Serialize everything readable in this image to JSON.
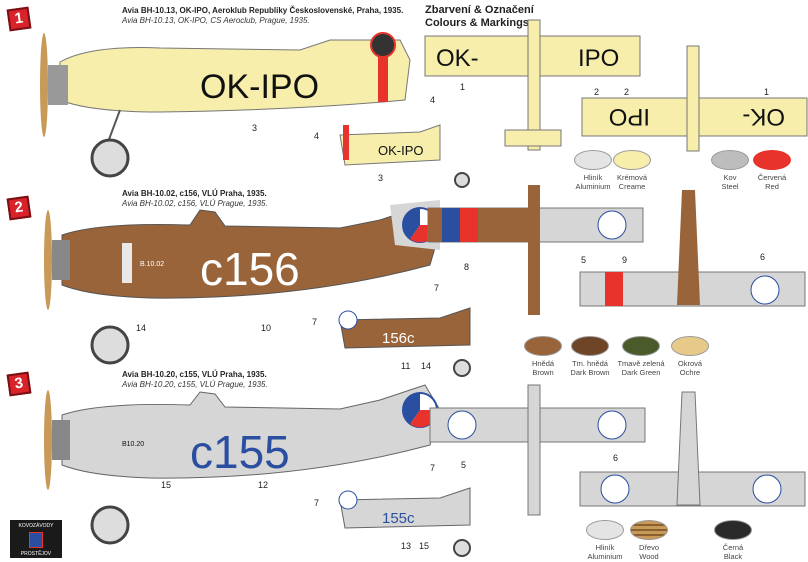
{
  "header": {
    "title_cz": "Zbarvení & Označení",
    "title_en": "Colours & Markings"
  },
  "schemes": [
    {
      "number": "1",
      "caption_cz": "Avia BH-10.13, OK-IPO, Aeroklub Republiky Československé, Praha, 1935.",
      "caption_en": "Avia BH-10.13, OK-IPO, CS Aeroclub, Prague, 1935.",
      "registration": "OK-IPO",
      "wing_left": "OK-",
      "wing_right": "IPO",
      "wing_under_left": "IPO",
      "wing_under_right": "OK-"
    },
    {
      "number": "2",
      "caption_cz": "Avia BH-10.02, c156, VLÚ Praha, 1935.",
      "caption_en": "Avia BH-10.02, c156, VLÚ Prague, 1935.",
      "code": "c156",
      "code_small": "156c",
      "stencil": "B.10.02"
    },
    {
      "number": "3",
      "caption_cz": "Avia BH-10.20, c155, VLÚ Praha, 1935.",
      "caption_en": "Avia BH-10.20, c155, VLÚ Prague, 1935.",
      "code": "c155",
      "code_small": "155c",
      "stencil": "B10.20"
    }
  ],
  "callouts": {
    "c1": "1",
    "c2": "2",
    "c3": "3",
    "c4": "4",
    "c5": "5",
    "c6": "6",
    "c7": "7",
    "c8": "8",
    "c9": "9",
    "c10": "10",
    "c11": "11",
    "c12": "12",
    "c13": "13",
    "c14": "14",
    "c15": "15"
  },
  "palettes": [
    [
      {
        "cz": "Hliník",
        "en": "Aluminium",
        "color": "#e4e4e4"
      },
      {
        "cz": "Krémová",
        "en": "Creame",
        "color": "#f6eeaa"
      },
      {
        "cz": "Kov",
        "en": "Steel",
        "color": "#bdbdbd"
      },
      {
        "cz": "Červená",
        "en": "Red",
        "color": "#e8322c"
      }
    ],
    [
      {
        "cz": "Hnědá",
        "en": "Brown",
        "color": "#9a643a"
      },
      {
        "cz": "Tm. hnědá",
        "en": "Dark Brown",
        "color": "#6e4526"
      },
      {
        "cz": "Tmavě zelená",
        "en": "Dark Green",
        "color": "#4a5a2a"
      },
      {
        "cz": "Okrová",
        "en": "Ochre",
        "color": "#e7c98a"
      }
    ],
    [
      {
        "cz": "Hliník",
        "en": "Aluminium",
        "color": "#e4e4e4"
      },
      {
        "cz": "Dřevo",
        "en": "Wood",
        "color": "#c89a58"
      },
      {
        "cz": "Černá",
        "en": "Black",
        "color": "#2a2a2a"
      }
    ]
  ],
  "logo": {
    "top": "KOVOZÁVODY",
    "bottom": "PROSTĚJOV"
  },
  "colors": {
    "cream": "#f6eeaa",
    "brown": "#9a643a",
    "silver": "#d6d6d6",
    "red": "#e8322c",
    "blue": "#2a4fa0"
  }
}
